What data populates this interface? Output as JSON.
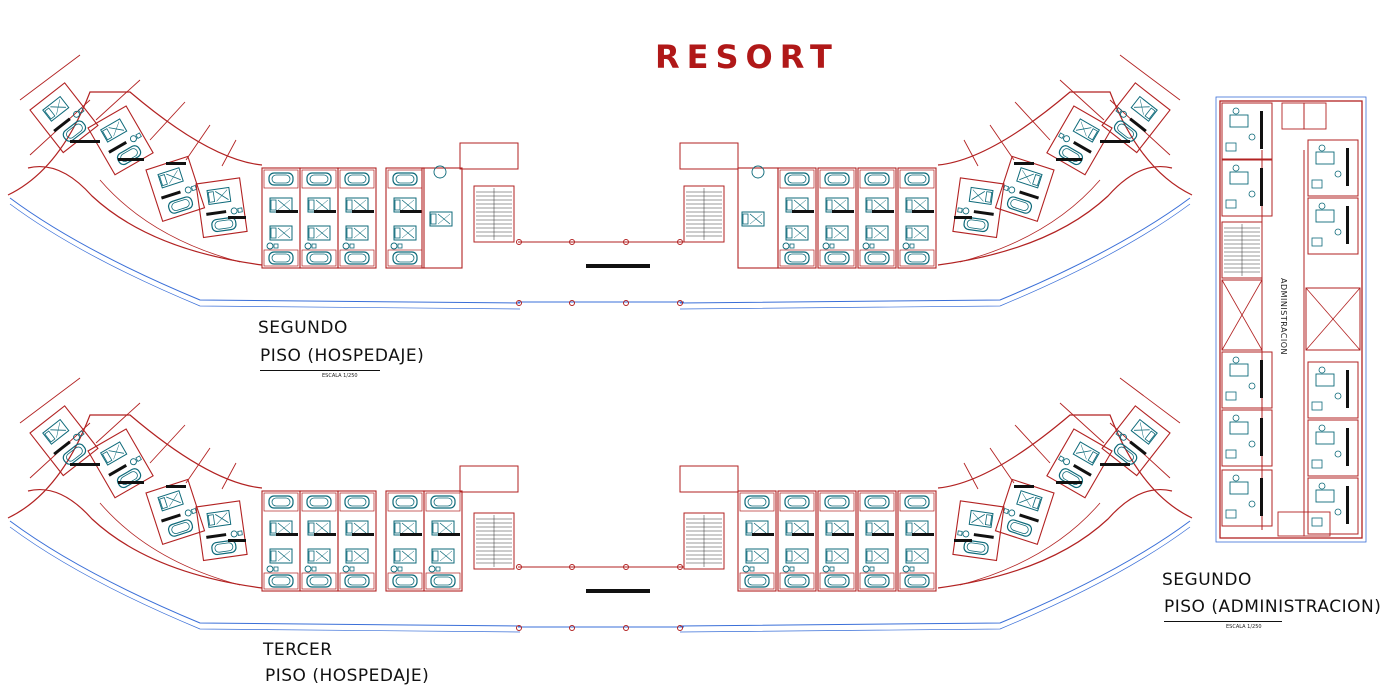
{
  "title": "RESORT",
  "plans": [
    {
      "line1": "SEGUNDO",
      "line2": "PISO (HOSPEDAJE)",
      "scale": "ESCALA 1/250"
    },
    {
      "line1": "TERCER",
      "line2": "PISO (HOSPEDAJE)"
    },
    {
      "line1": "SEGUNDO",
      "line2": "PISO (ADMINISTRACION)",
      "scale": "ESCALA 1/250",
      "room_label": "ADMINISTRACION"
    }
  ],
  "colors": {
    "wall": "#b22222",
    "furniture": "#0e6a7a",
    "facade": "#3a6fd8",
    "title": "#b01818",
    "ink": "#111111"
  }
}
